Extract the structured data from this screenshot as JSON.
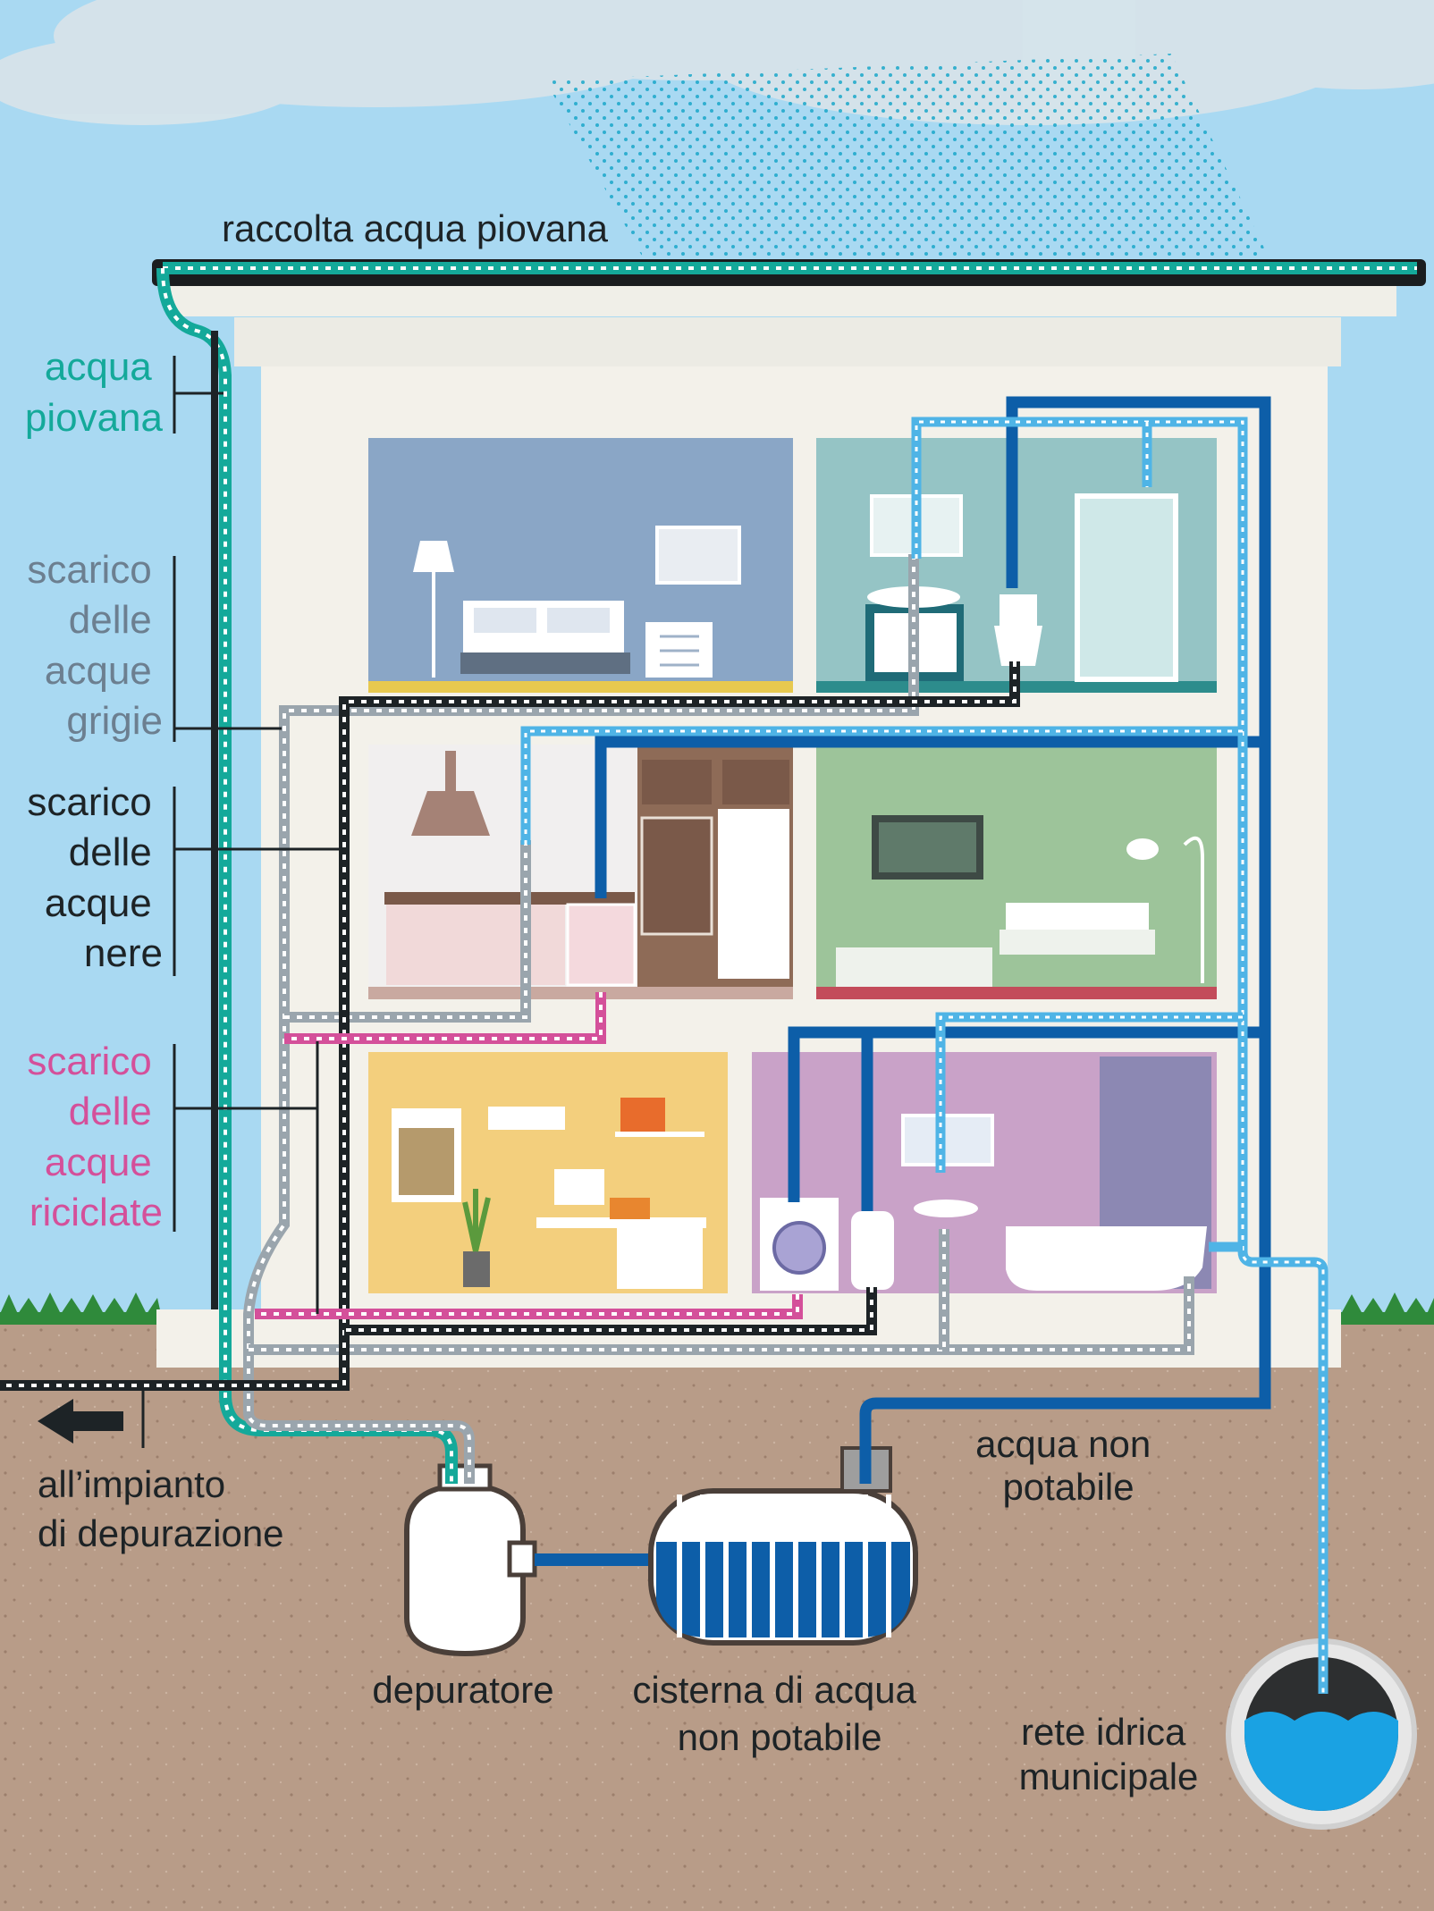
{
  "labels": {
    "rain_collection": "raccolta acqua piovana",
    "rain_water": [
      "acqua",
      "piovana"
    ],
    "grey_water": [
      "scarico",
      "delle",
      "acque",
      "grigie"
    ],
    "black_water": [
      "scarico",
      "delle",
      "acque",
      "nere"
    ],
    "recycled_water": [
      "scarico",
      "delle",
      "acque",
      "riciclate"
    ],
    "to_treatment_plant": [
      "all’impianto",
      "di depurazione"
    ],
    "non_potable_water": [
      "acqua non",
      "potabile"
    ],
    "purifier": "depuratore",
    "cistern": [
      "cisterna di acqua",
      "non potabile"
    ],
    "municipal_network": [
      "rete idrica",
      "municipale"
    ]
  },
  "colors": {
    "sky": "#a9d9f2",
    "ground": "#b79a86",
    "rain_water": "#14a99a",
    "grey_water": "#6c7f90",
    "black_water": "#1d2326",
    "recycled_water": "#d4509a",
    "potable_water": "#4fb4e6",
    "non_potable_water": "#0d5ea8"
  }
}
